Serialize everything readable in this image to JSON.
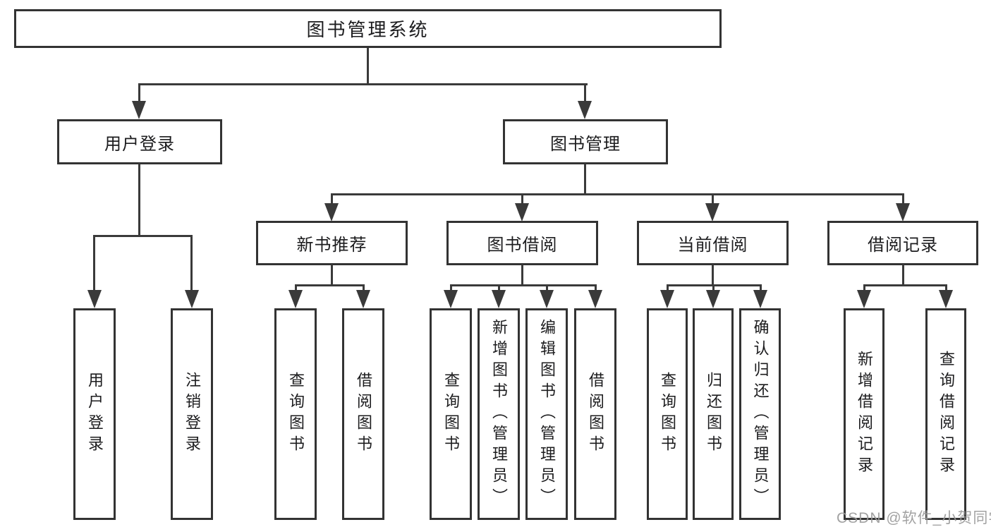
{
  "diagram": {
    "title": "图书管理系统",
    "level2": [
      {
        "label": "用户登录",
        "children": [
          "用户登录",
          "注销登录"
        ]
      },
      {
        "label": "图书管理"
      }
    ],
    "level3": [
      {
        "label": "新书推荐",
        "children": [
          "查询图书",
          "借阅图书"
        ]
      },
      {
        "label": "图书借阅",
        "children": [
          "查询图书",
          "新增图书（管理员）",
          "编辑图书（管理员）",
          "借阅图书"
        ]
      },
      {
        "label": "当前借阅",
        "children": [
          "查询图书",
          "归还图书",
          "确认归还（管理员）"
        ]
      },
      {
        "label": "借阅记录",
        "children": [
          "新增借阅记录",
          "查询借阅记录"
        ]
      }
    ]
  },
  "watermark": {
    "text": "CSDN @软件_小贺同学"
  },
  "colors": {
    "background": "#ffffff",
    "line": "#3a3a3a",
    "box_border": "#333333",
    "text": "#1c1c1e",
    "watermark": "#9a9a9a"
  }
}
